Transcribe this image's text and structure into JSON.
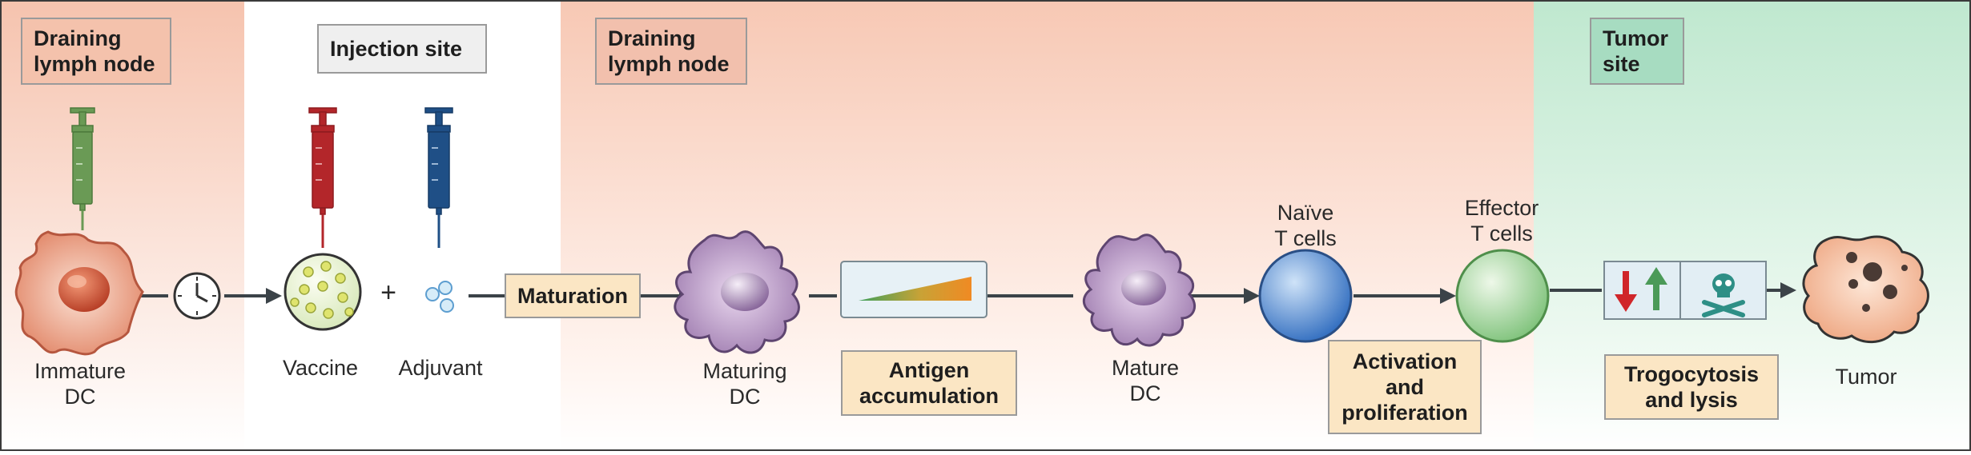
{
  "regions": [
    {
      "label_line1": "Draining",
      "label_line2": "lymph node"
    },
    {
      "label": "Injection site"
    },
    {
      "label_line1": "Draining",
      "label_line2": "lymph node"
    },
    {
      "label_line1": "Tumor",
      "label_line2": "site"
    }
  ],
  "steps": {
    "maturation": "Maturation",
    "antigen_line1": "Antigen",
    "antigen_line2": "accumulation",
    "activation_line1": "Activation",
    "activation_line2": "and",
    "activation_line3": "proliferation",
    "trogo_line1": "Trogocytosis",
    "trogo_line2": "and lysis"
  },
  "cells": {
    "immature_line1": "Immature",
    "immature_line2": "DC",
    "vaccine": "Vaccine",
    "adjuvant": "Adjuvant",
    "plus": "+",
    "maturing_line1": "Maturing",
    "maturing_line2": "DC",
    "mature_line1": "Mature",
    "mature_line2": "DC",
    "naive_line1": "Naïve",
    "naive_line2": "T cells",
    "effector_line1": "Effector",
    "effector_line2": "T cells",
    "tumor": "Tumor"
  },
  "colors": {
    "lymph_bg": "#f6c9b6",
    "tumor_bg": "#c9ecd6",
    "syringe_green": "#6a9a55",
    "syringe_red": "#b3262a",
    "syringe_blue": "#1f4f86",
    "dc_immature": "#e08a70",
    "dc_mature": "#a889b8",
    "naive_t": "#4f86cf",
    "effector_t": "#8fcf8a",
    "tumor": "#f3c1a0",
    "step_box": "#fbe6c4"
  }
}
